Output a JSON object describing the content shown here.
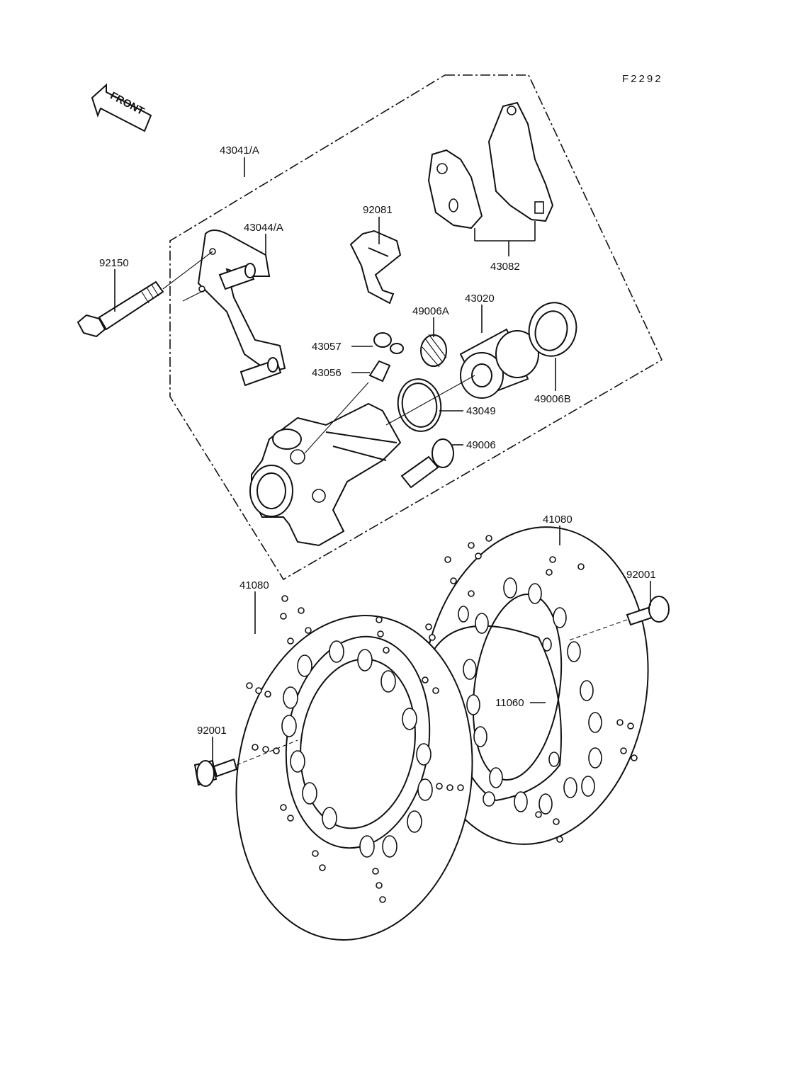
{
  "figure_code": "F2292",
  "front_label": "FRONT",
  "parts": {
    "p43041": "43041/A",
    "p43044": "43044/A",
    "p92150": "92150",
    "p92081": "92081",
    "p43082": "43082",
    "p43020": "43020",
    "p49006A": "49006A",
    "p43057": "43057",
    "p43056": "43056",
    "p49006B": "49006B",
    "p43049": "43049",
    "p49006": "49006",
    "p41080_left": "41080",
    "p41080_right": "41080",
    "p92001_left": "92001",
    "p92001_right": "92001",
    "p11060": "11060"
  }
}
